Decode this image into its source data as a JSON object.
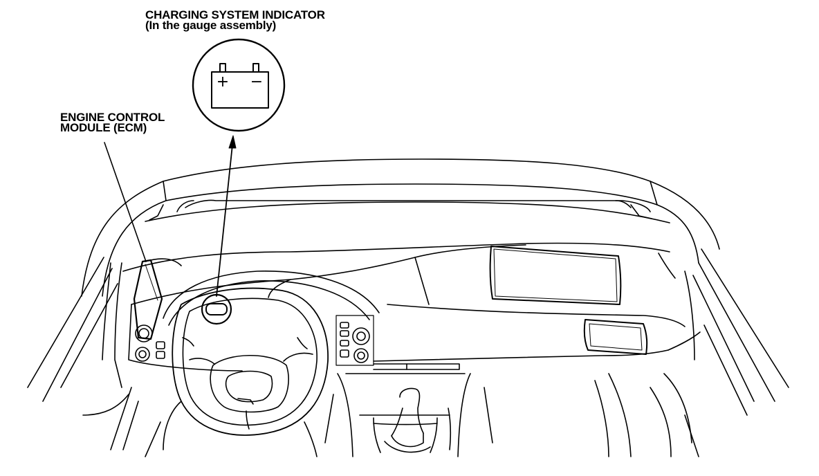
{
  "labels": {
    "charging_line1": "CHARGING SYSTEM INDICATOR",
    "charging_line2": "(In the gauge assembly)",
    "ecm_line1": "ENGINE CONTROL",
    "ecm_line2": "MODULE (ECM)"
  },
  "battery_symbol": {
    "plus": "+",
    "minus": "−"
  }
}
